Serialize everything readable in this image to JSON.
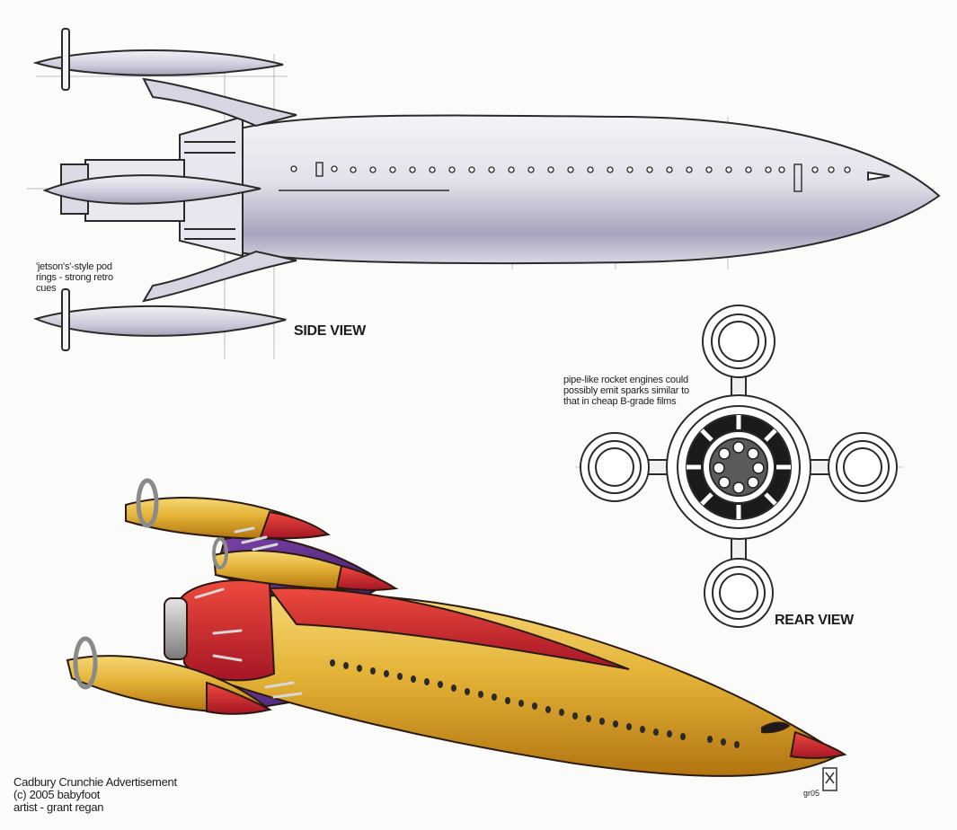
{
  "annotations": {
    "pod_rings_note": "'jetson's'-style pod\nrings - strong retro\ncues",
    "rocket_engines_note": "pipe-like rocket engines could\npossibly emit sparks similar to\nthat in cheap B-grade films"
  },
  "view_labels": {
    "side": "SIDE VIEW",
    "rear": "REAR VIEW"
  },
  "credits": {
    "line1": "Cadbury Crunchie Advertisement",
    "line2": "(c) 2005 babyfoot",
    "line3": "artist - grant regan"
  },
  "signature": "gr05",
  "colors": {
    "hull_gold": "#e0ad2e",
    "fin_red": "#c8232b",
    "fin_purple": "#5a2a86",
    "sketch_line": "#2a2a2a",
    "sketch_shade": "#b9b6c8"
  }
}
